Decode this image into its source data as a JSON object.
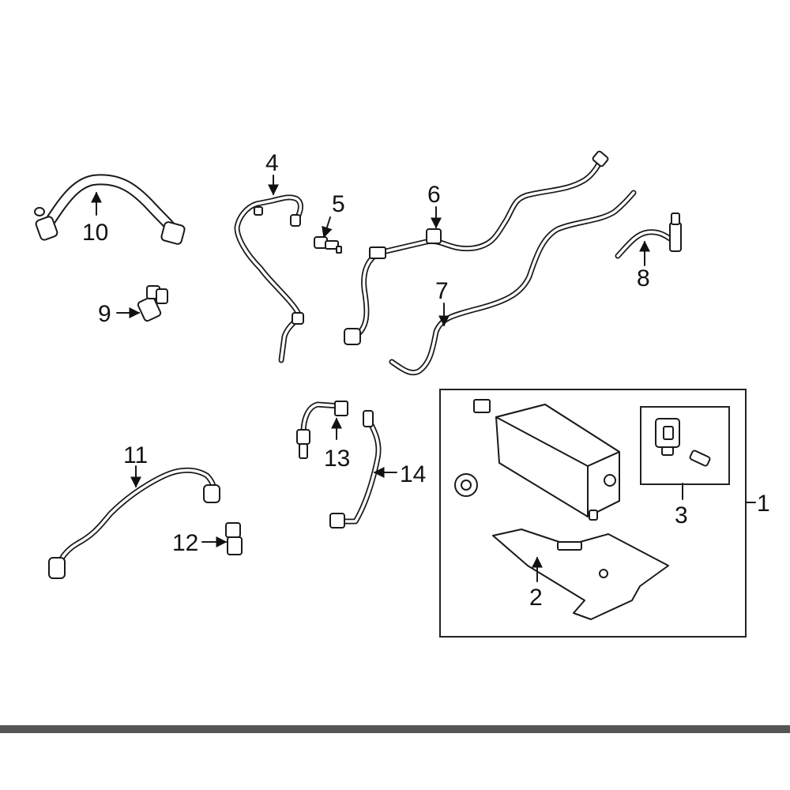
{
  "callouts": [
    {
      "id": "1",
      "label": "1"
    },
    {
      "id": "2",
      "label": "2"
    },
    {
      "id": "3",
      "label": "3"
    },
    {
      "id": "4",
      "label": "4"
    },
    {
      "id": "5",
      "label": "5"
    },
    {
      "id": "6",
      "label": "6"
    },
    {
      "id": "7",
      "label": "7"
    },
    {
      "id": "8",
      "label": "8"
    },
    {
      "id": "9",
      "label": "9"
    },
    {
      "id": "10",
      "label": "10"
    },
    {
      "id": "11",
      "label": "11"
    },
    {
      "id": "12",
      "label": "12"
    },
    {
      "id": "13",
      "label": "13"
    },
    {
      "id": "14",
      "label": "14"
    }
  ],
  "colors": {
    "line": "#1a1a1a",
    "background": "#ffffff",
    "bottom_bar": "#555555"
  }
}
